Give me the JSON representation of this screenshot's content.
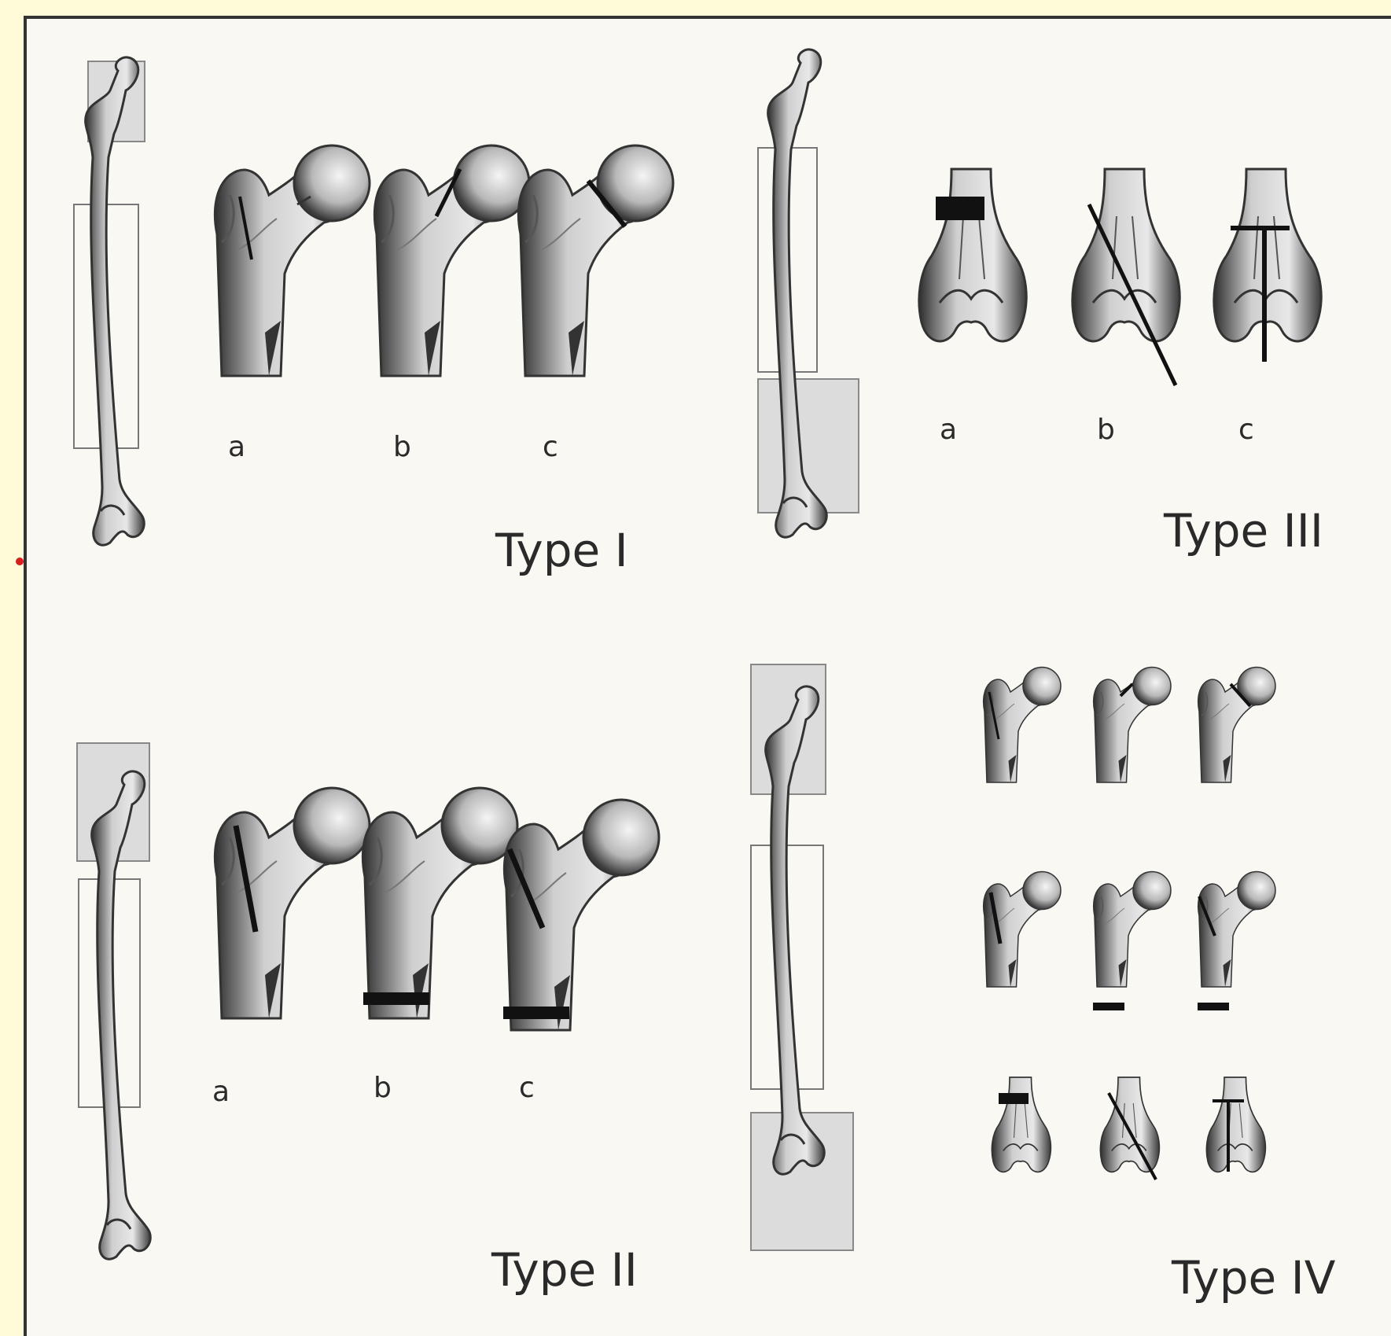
{
  "panels": [
    {
      "id": "type-1",
      "title": "Type  I",
      "labels": [
        "a",
        "b",
        "c"
      ]
    },
    {
      "id": "type-3",
      "title": "Type  III",
      "labels": [
        "a",
        "b",
        "c"
      ]
    },
    {
      "id": "type-2",
      "title": "Type  II",
      "labels": [
        "a",
        "b",
        "c"
      ]
    },
    {
      "id": "type-4",
      "title": "Type  IV",
      "labels": []
    }
  ],
  "colors": {
    "background": "#fffbd8",
    "panel": "#f9f8f2",
    "bone": "#d6d6d2",
    "shadow": "#444",
    "fracture": "#111",
    "region": "#dcdcdc",
    "marker": "#d81f1f"
  }
}
